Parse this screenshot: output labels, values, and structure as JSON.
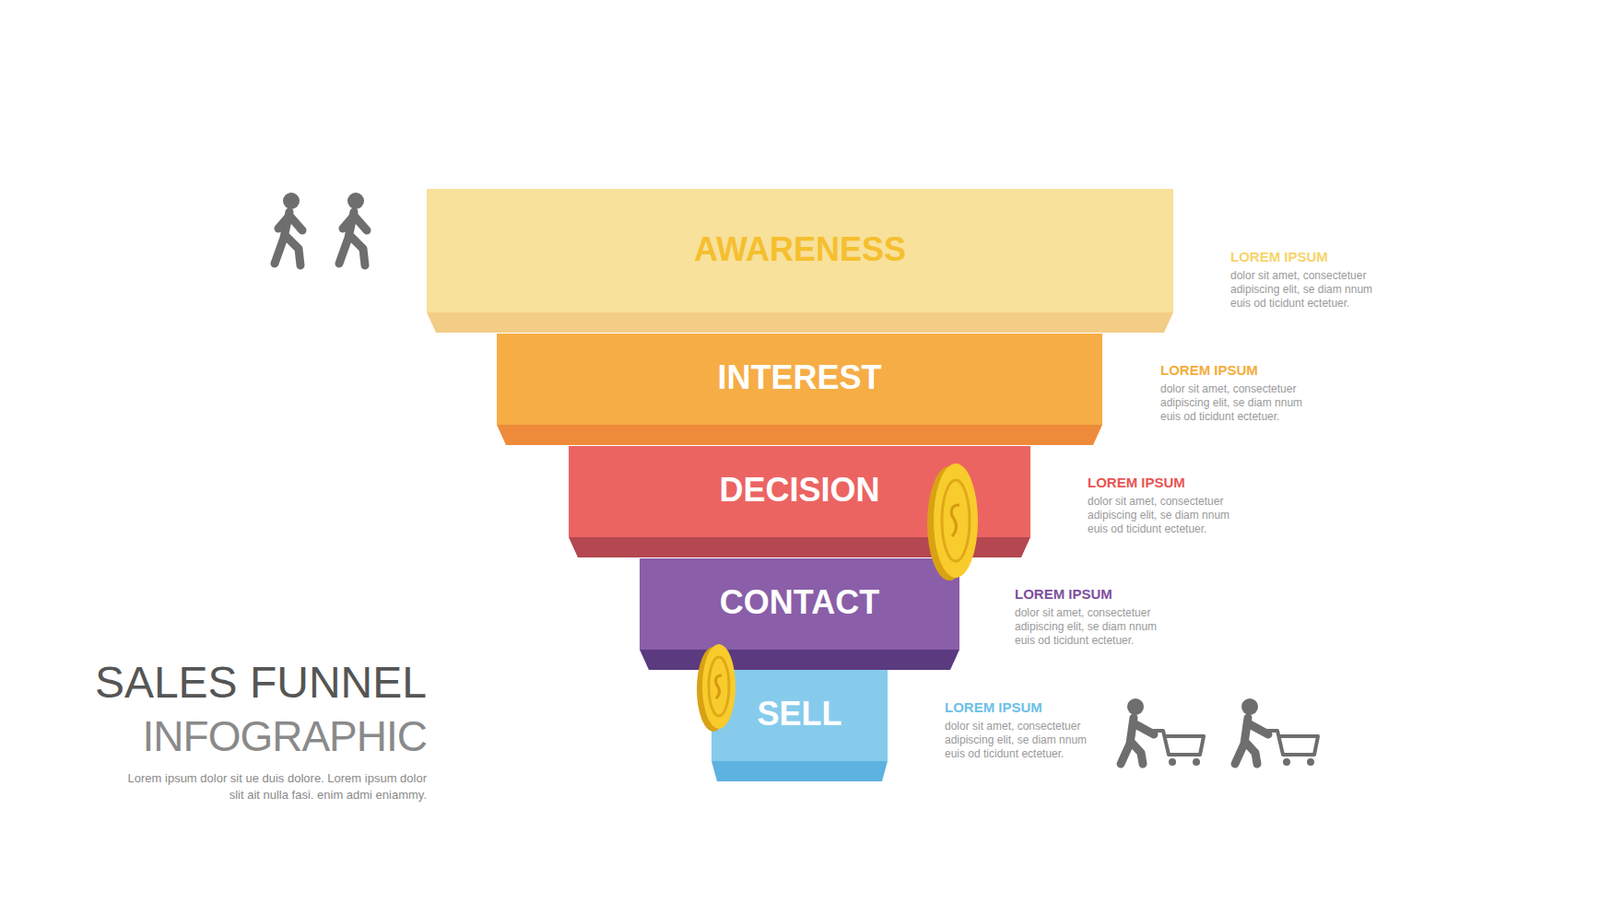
{
  "diagram": {
    "title": "SALES FUNNEL",
    "caption": "Lorem ipsum dolor sit  ue duis dolore.  Lorem ipsum dolor slit ait nulla fasi. enim admi eniammy.",
    "nodes": [
      {
        "text": [
          "AWARENESS"
        ]
      },
      {
        "text": [
          "INTEREST"
        ]
      },
      {
        "text": [
          "DECISION"
        ]
      },
      {
        "text": [
          "CONTACT"
        ]
      },
      {
        "text": [
          "SELL"
        ]
      }
    ],
    "labels": [
      "LOREM IPSUM",
      "dolor sit amet, consectetuer adipiscing elit, se diam nnum euis od ticidunt ectetuer.",
      "LOREM IPSUM",
      "dolor sit amet, consectetuer adipiscing elit, se diam nnum euis od ticidunt ectetuer.",
      "LOREM IPSUM",
      "dolor sit amet, consectetuer adipiscing elit, se diam nnum euis od ticidunt ectetuer.",
      "LOREM IPSUM",
      "dolor sit amet, consectetuer adipiscing elit, se diam nnum euis od ticidunt ectetuer.",
      "LOREM IPSUM",
      "dolor sit amet, consectetuer adipiscing elit, se diam nnum euis od ticidunt ectetuer.",
      "INFOGRAPHIC"
    ]
  }
}
